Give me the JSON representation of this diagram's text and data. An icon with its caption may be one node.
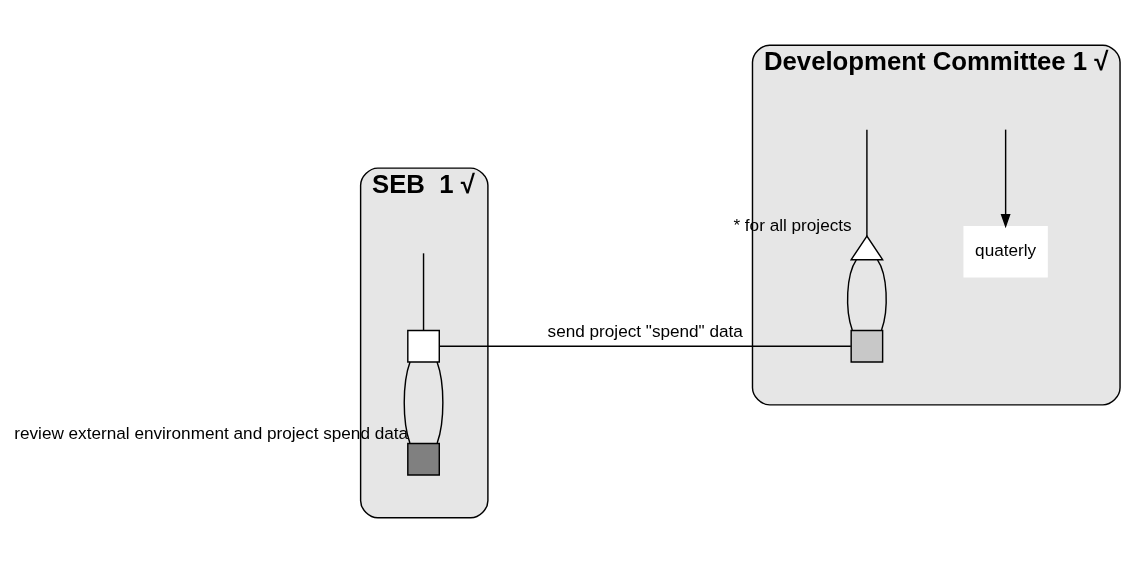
{
  "diagram": {
    "nodes": [
      {
        "text": [
          "SEB  1 √"
        ]
      },
      {
        "text": [],
        "shape": "box",
        "in": 0
      },
      {
        "text": [],
        "shape": "box",
        "in": 0,
        "beside": [
          "review external environment and project spend data"
        ]
      },
      {
        "text": [
          "Development Committee 1 √"
        ]
      },
      {
        "text": [
          "quaterly"
        ],
        "in": 3
      },
      {
        "text": [],
        "shape": "triangle",
        "in": 3,
        "beside": [
          "* for all projects"
        ]
      },
      {
        "text": [],
        "shape": "box",
        "in": 3
      }
    ],
    "edges": [
      {
        "from": null,
        "to": 1,
        "arrow": "none"
      },
      {
        "from": 1,
        "to": 2,
        "arrow": "none"
      },
      {
        "from": 2,
        "to": 1,
        "arrow": "none"
      },
      {
        "from": null,
        "to": 4,
        "arrow": "to"
      },
      {
        "from": null,
        "to": 5,
        "arrow": "none"
      },
      {
        "from": 5,
        "to": 6,
        "arrow": "none"
      },
      {
        "from": 6,
        "to": 5,
        "arrow": "none"
      },
      {
        "from": 1,
        "to": 6,
        "arrow": "none",
        "label": "send project \"spend\" data"
      }
    ]
  }
}
